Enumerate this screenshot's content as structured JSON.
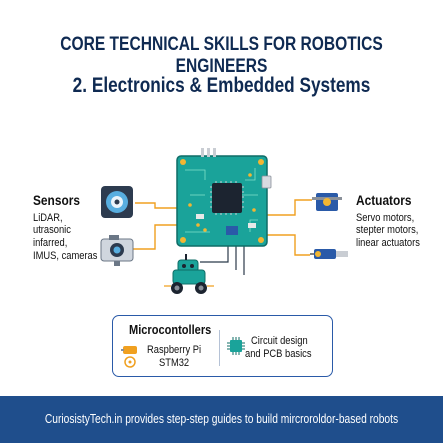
{
  "title": "CORE TECHNICAL SKILLS FOR ROBOTICS ENGINEERS",
  "subtitle": "2. Electronics & Embedded Systems",
  "sensors": {
    "heading": "Sensors",
    "lines": [
      "LiDAR,",
      "utrasonic",
      "infarred,",
      "IMUS, cameras"
    ]
  },
  "actuators": {
    "heading": "Actuators",
    "lines": [
      "Servo motors,",
      "stepter motors,",
      "linear actuators"
    ]
  },
  "microcontrollers": {
    "heading": "Microcontollers",
    "item1": "Raspberry Pi",
    "item2": "STM32",
    "circuit_line1": "Circuit design",
    "circuit_line2": "and PCB basics"
  },
  "footer": "CuriosistyTech.in provides step-step guides to build mircroroldor-based robots",
  "colors": {
    "title": "#0f2a52",
    "board": "#1aa39a",
    "wire": "#f0a020",
    "footer": "#1f4e8c",
    "panel_border": "#2a5aa8"
  }
}
